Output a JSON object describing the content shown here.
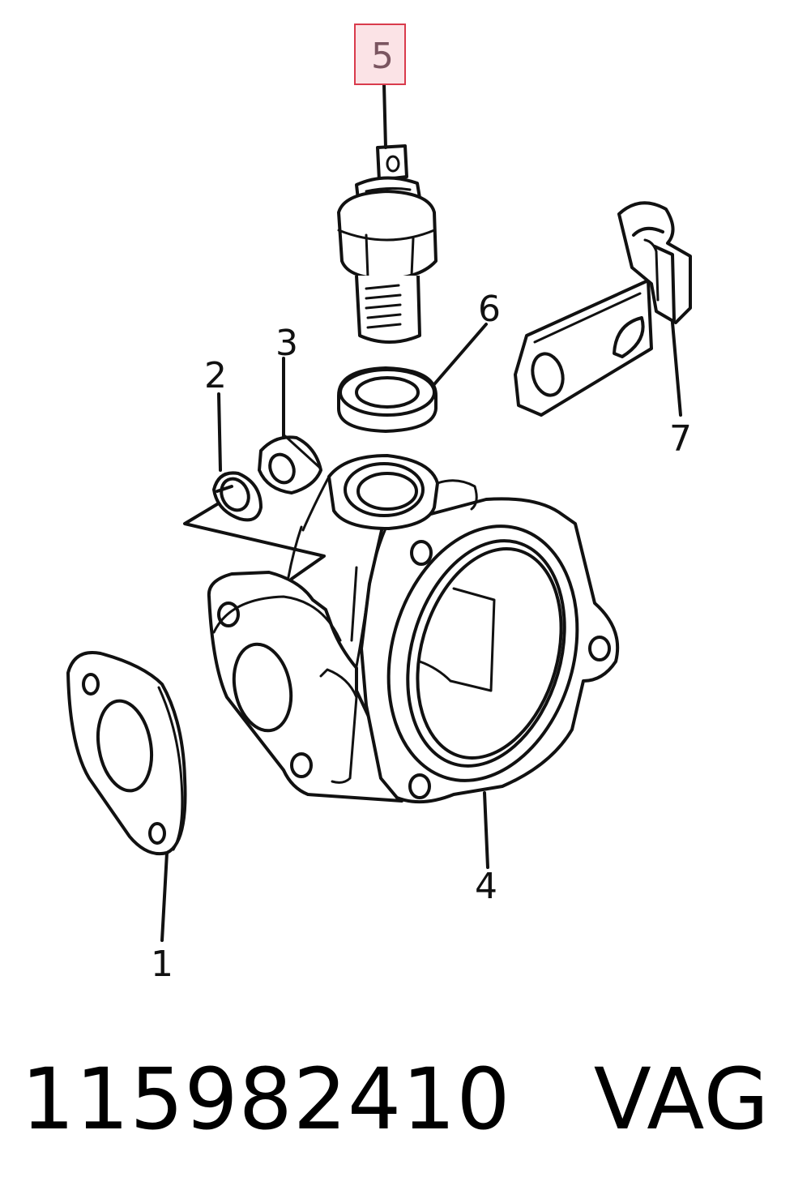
{
  "diagram": {
    "callouts": {
      "c1": "1",
      "c2": "2",
      "c3": "3",
      "c4": "4",
      "c5": "5",
      "c6": "6",
      "c7": "7"
    },
    "highlighted_callout": "5",
    "highlight_color": "#d93b4c"
  },
  "caption": {
    "part_number": "115982410",
    "brand": "VAG"
  }
}
